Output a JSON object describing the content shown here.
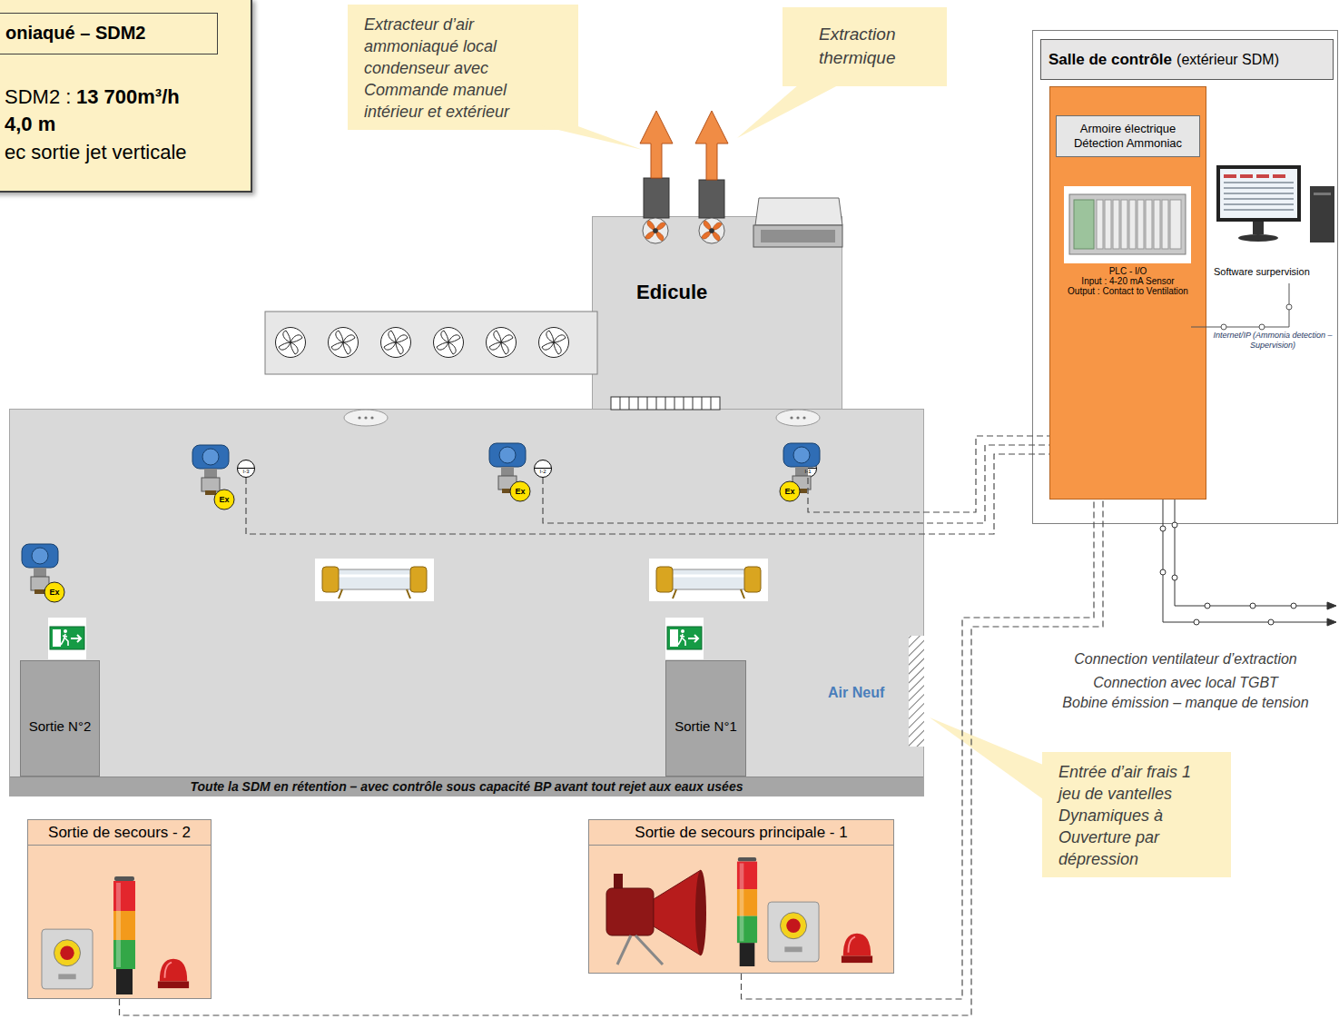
{
  "diagram": {
    "nodes": [
      {
        "text": [
          "oniaqué – SDM2",
          "SDM2 :",
          "13 700m³/h",
          "4,0 m",
          "ec sortie jet verticale"
        ]
      },
      {
        "text": [
          "Extracteur d’air ammoniaqué local condenseur avec Commande manuel intérieur et extérieur"
        ]
      },
      {
        "text": [
          "Extraction thermique"
        ]
      },
      {
        "text": [
          "Salle de contrôle",
          "(extérieur SDM)"
        ]
      },
      {
        "text": [
          "Armoire électrique Détection Ammoniac",
          "PLC - I/O",
          "Input : 4-20 mA Sensor",
          "Output : Contact to Ventilation"
        ],
        "in": 3
      },
      {
        "text": [
          "Edicule"
        ]
      },
      {
        "text": [
          "Toute la SDM en rétention – avec contrôle sous capacité BP avant tout rejet aux eaux usées"
        ]
      },
      {
        "text": [
          "I-3"
        ],
        "in": 6
      },
      {
        "text": [
          "I-2"
        ],
        "in": 6
      },
      {
        "text": [
          "I-1"
        ],
        "in": 6
      },
      {
        "text": [
          "Sortie N°2"
        ],
        "in": 6
      },
      {
        "text": [
          "Sortie N°1"
        ],
        "in": 6
      },
      {
        "text": [
          "Entrée d’air frais 1 jeu de vantelles Dynamiques à Ouverture par dépression"
        ]
      },
      {
        "text": [
          "Sortie de secours - 2"
        ]
      },
      {
        "text": [
          "Sortie de secours principale - 1"
        ]
      }
    ],
    "edges": [
      {
        "from": 7,
        "to": 4,
        "arrow": "none"
      },
      {
        "from": 8,
        "to": 4,
        "arrow": "none"
      },
      {
        "from": 9,
        "to": 4,
        "arrow": "none"
      },
      {
        "from": 13,
        "to": 4,
        "arrow": "none"
      },
      {
        "from": 14,
        "to": 4,
        "arrow": "none"
      }
    ],
    "labels": [
      "Ex",
      "Ex",
      "Ex",
      "Ex",
      "Air Neuf",
      "Software surpervision",
      "Internet/IP (Ammonia detection – Supervision)",
      "Connection ventilateur d’extraction",
      "Connection avec local TGBT",
      "Bobine émission – manque de tension"
    ]
  }
}
